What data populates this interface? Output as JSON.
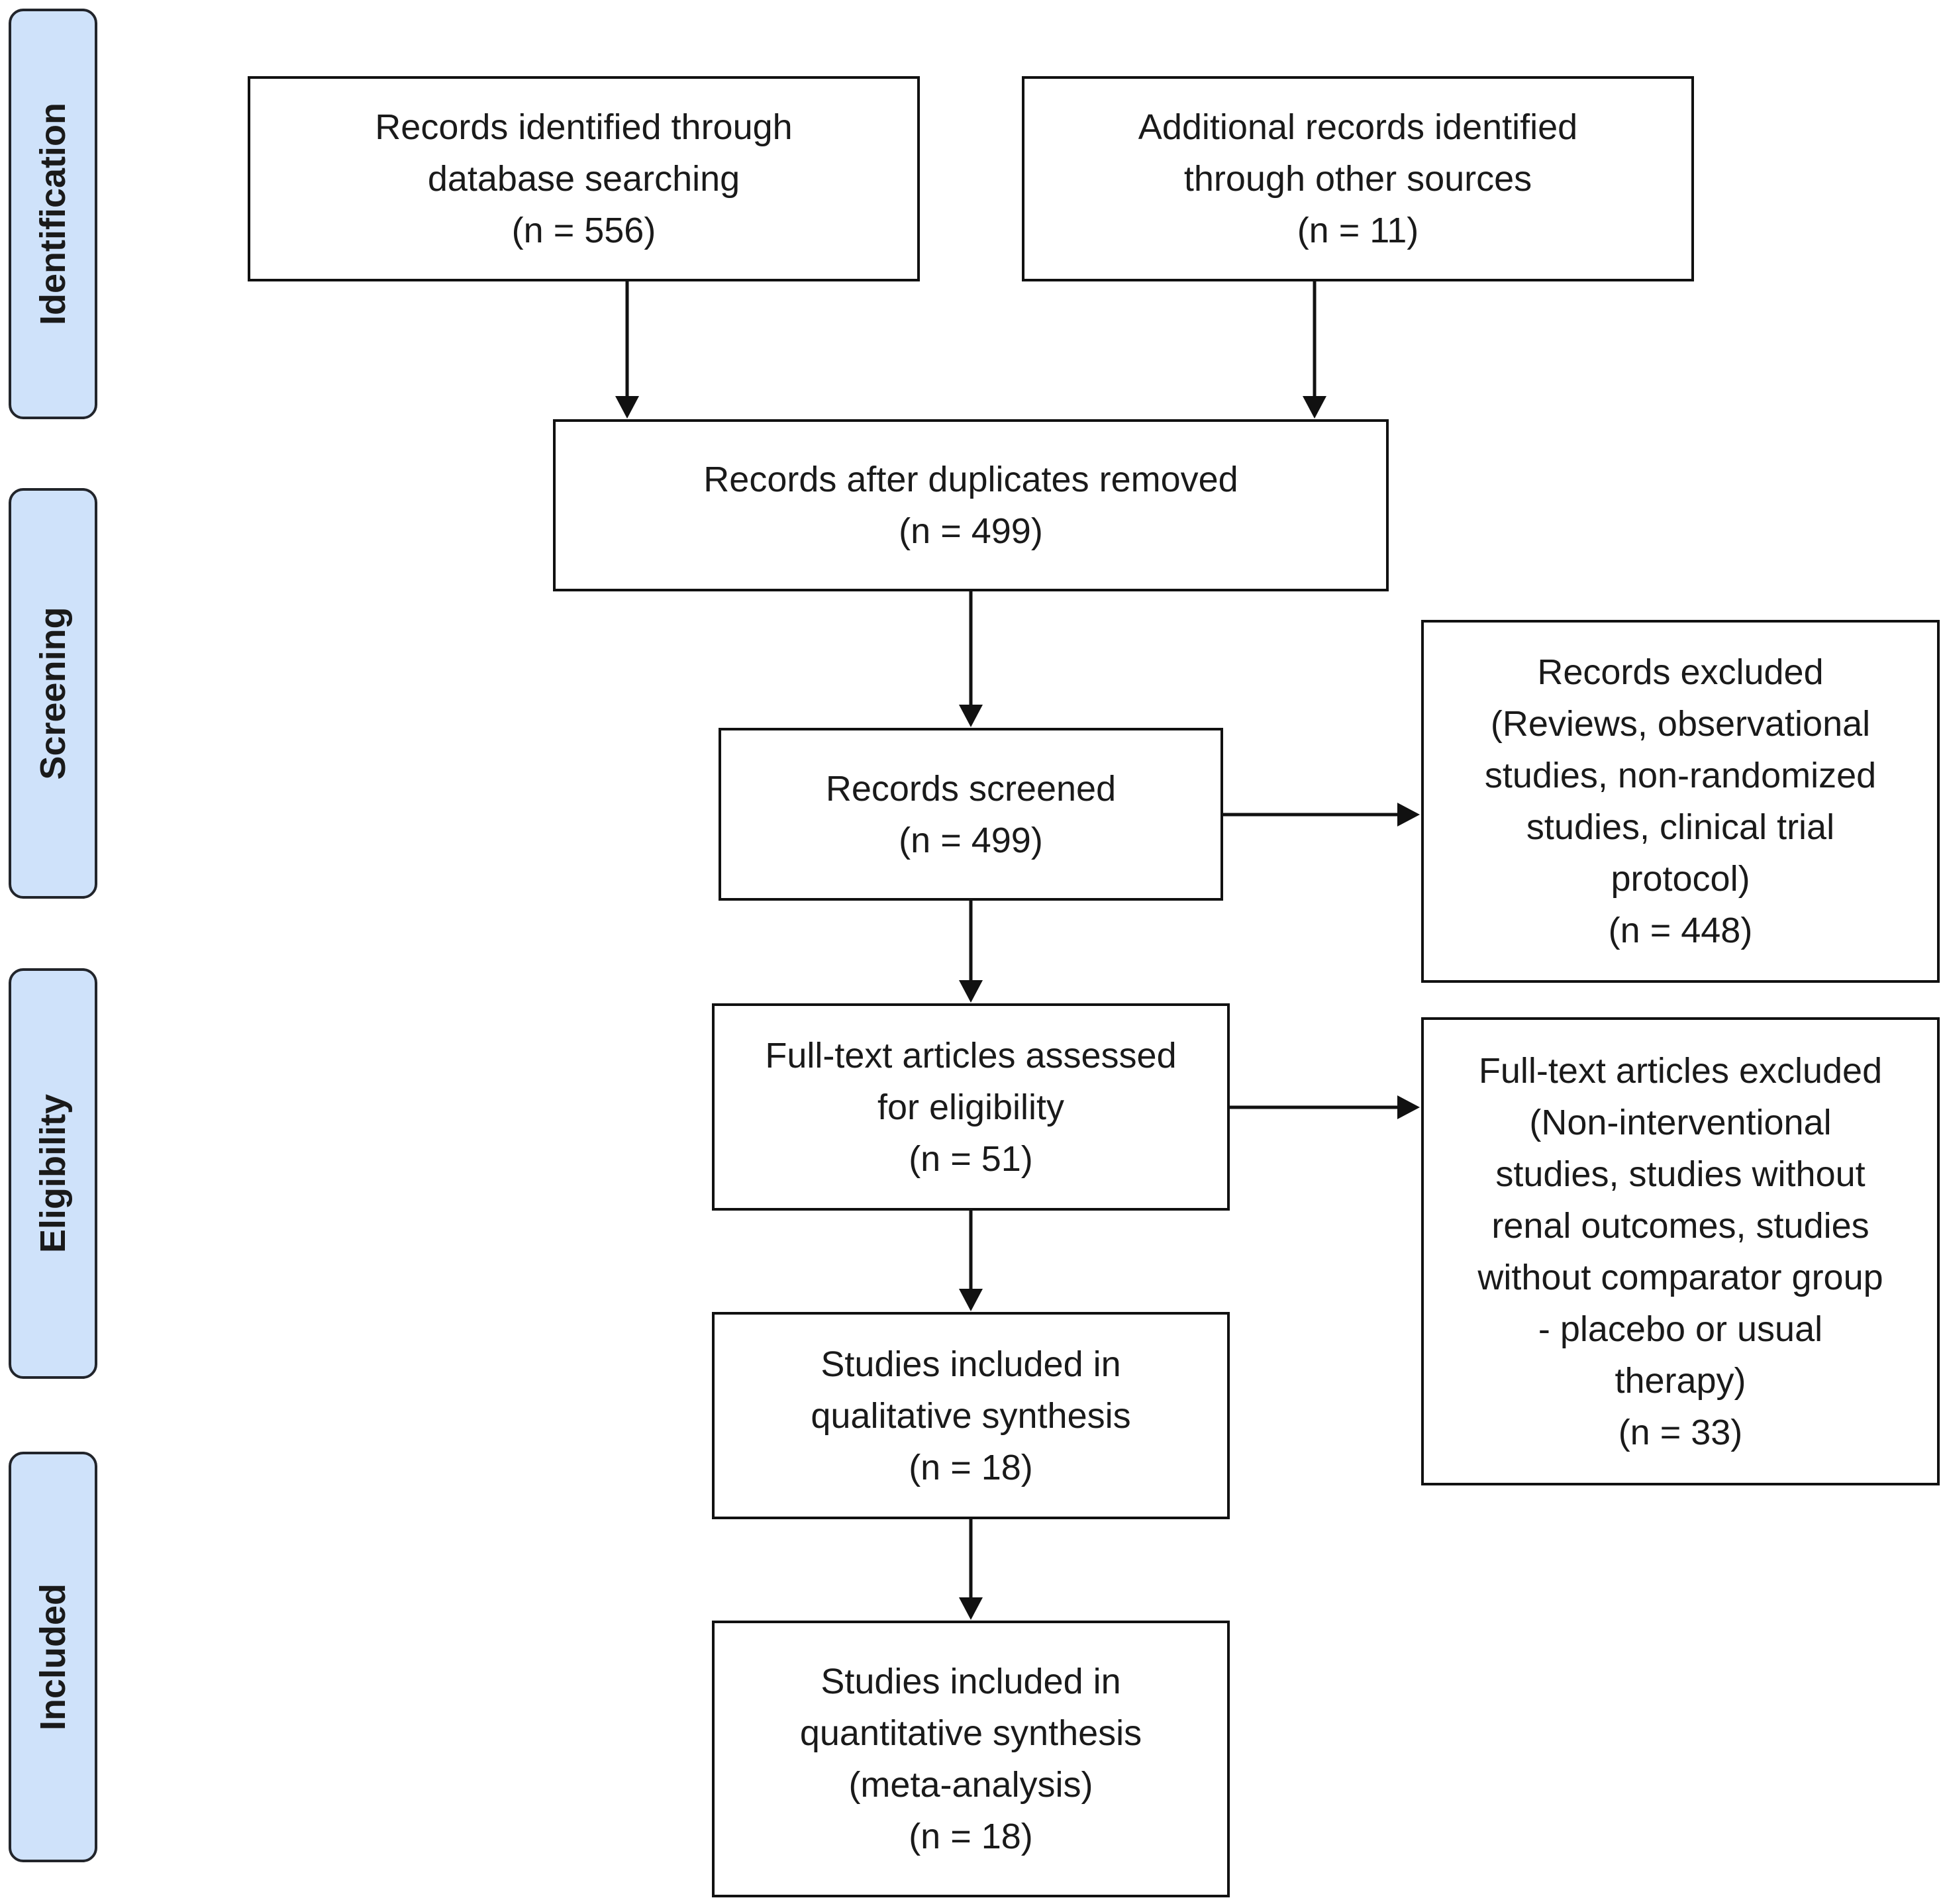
{
  "stages": {
    "identification": "Identification",
    "screening": "Screening",
    "eligibility": "Eligibility",
    "included": "Included"
  },
  "boxes": {
    "database_records": {
      "lines": [
        "Records identified through",
        "database searching",
        "(n = 556)"
      ]
    },
    "other_records": {
      "lines": [
        "Additional records identified",
        "through other sources",
        "(n = 11)"
      ]
    },
    "after_duplicates": {
      "lines": [
        "Records after duplicates removed",
        "(n = 499)"
      ]
    },
    "screened": {
      "lines": [
        "Records screened",
        "(n = 499)"
      ]
    },
    "records_excluded": {
      "lines": [
        "Records excluded",
        "(Reviews, observational",
        "studies, non-randomized",
        "studies, clinical trial",
        "protocol)",
        "(n = 448)"
      ]
    },
    "fulltext_assessed": {
      "lines": [
        "Full-text articles assessed",
        "for eligibility",
        "(n = 51)"
      ]
    },
    "fulltext_excluded": {
      "lines": [
        "Full-text articles excluded",
        "(Non-interventional",
        "studies, studies without",
        "renal outcomes, studies",
        "without comparator group",
        "- placebo or usual",
        "therapy)",
        "(n = 33)"
      ]
    },
    "qualitative": {
      "lines": [
        "Studies included in",
        "qualitative synthesis",
        "(n = 18)"
      ]
    },
    "quantitative": {
      "lines": [
        "Studies included in",
        "quantitative synthesis",
        "(meta-analysis)",
        "(n = 18)"
      ]
    }
  }
}
